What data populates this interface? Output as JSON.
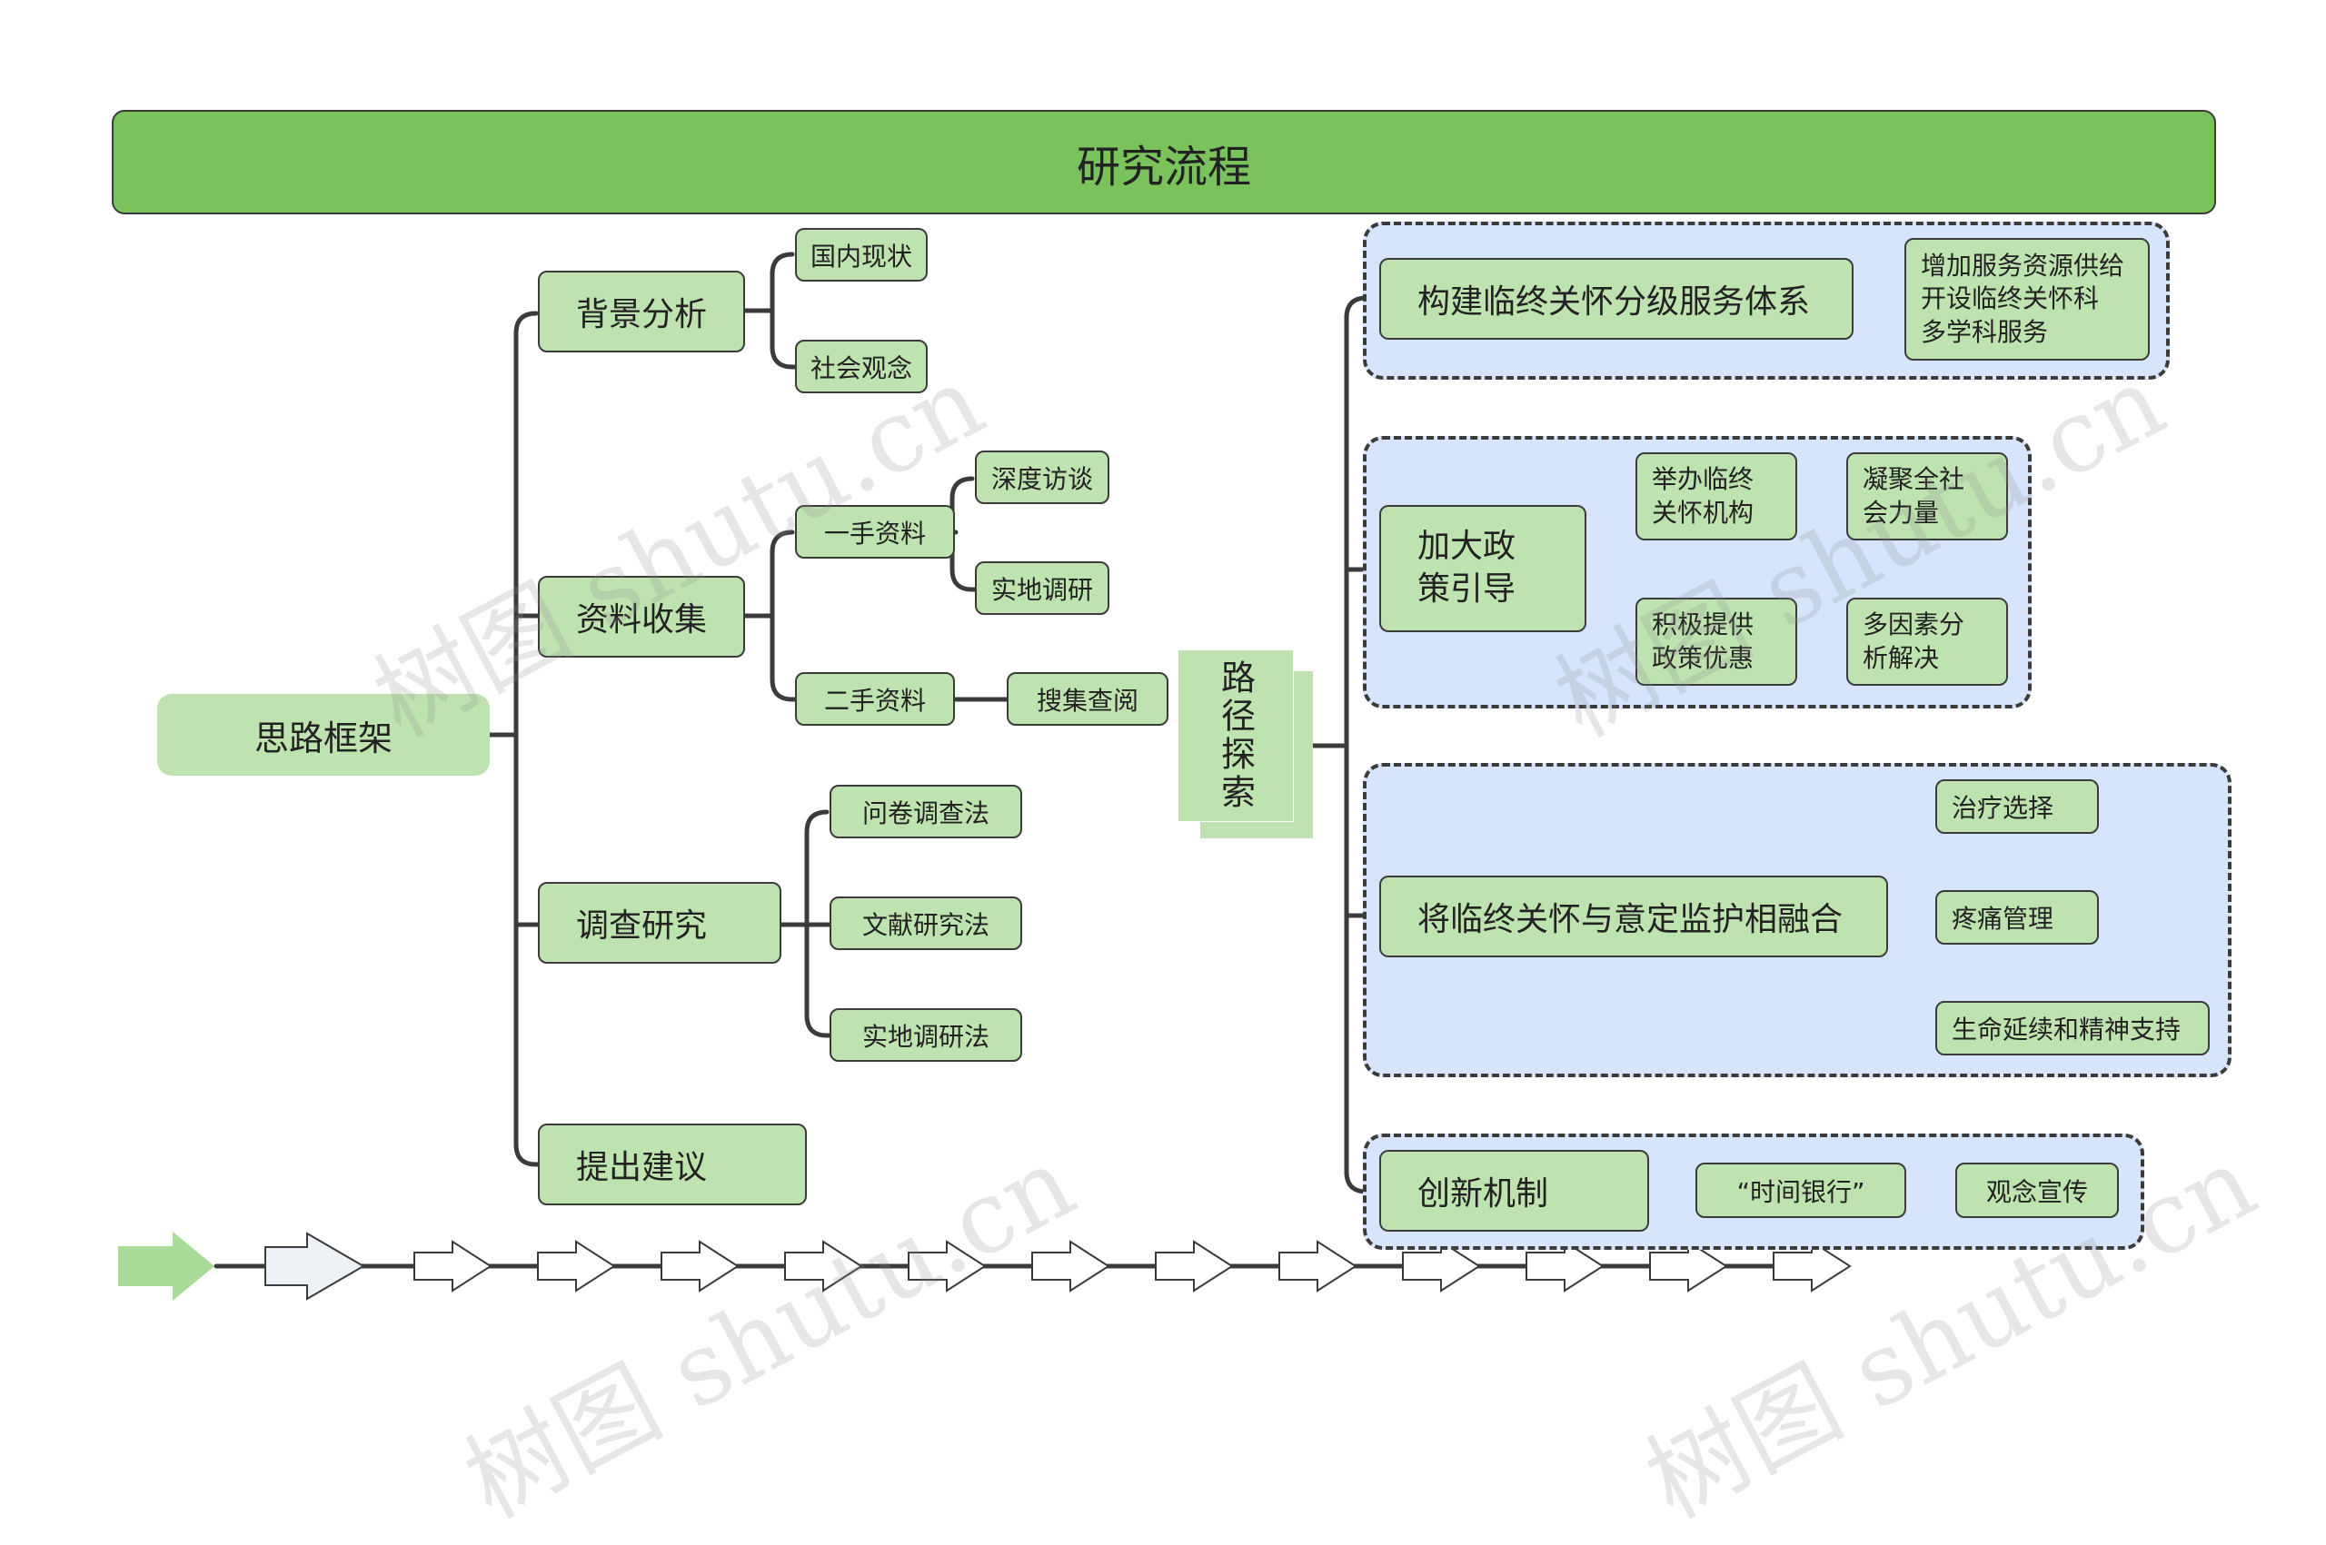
{
  "title": "研究流程",
  "root": "思路框架",
  "path_label": "路径探索",
  "branches": {
    "background": {
      "label": "背景分析",
      "children": [
        "国内现状",
        "社会观念"
      ]
    },
    "collection": {
      "label": "资料收集",
      "primary": {
        "label": "一手资料",
        "children": [
          "深度访谈",
          "实地调研"
        ]
      },
      "secondary": {
        "label": "二手资料",
        "children": [
          "搜集查阅"
        ]
      }
    },
    "survey": {
      "label": "调查研究",
      "children": [
        "问卷调查法",
        "文献研究法",
        "实地调研法"
      ]
    },
    "suggest": {
      "label": "提出建议"
    }
  },
  "paths": {
    "p1": {
      "label": "构建临终关怀分级服务体系",
      "detail": [
        "增加服务资源供给",
        "开设临终关怀科",
        "多学科服务"
      ]
    },
    "p2": {
      "label": [
        "加大政",
        "策引导"
      ],
      "a": {
        "label": [
          "举办临终",
          "关怀机构"
        ],
        "child": [
          "凝聚全社",
          "会力量"
        ]
      },
      "b": {
        "label": [
          "积极提供",
          "政策优惠"
        ],
        "child": [
          "多因素分",
          "析解决"
        ]
      }
    },
    "p3": {
      "label": "将临终关怀与意定监护相融合",
      "children": [
        "治疗选择",
        "疼痛管理",
        "生命延续和精神支持"
      ]
    },
    "p4": {
      "label": "创新机制",
      "children": [
        "“时间银行”",
        "观念宣传"
      ]
    }
  },
  "watermarks": [
    "树图 shutu.cn",
    "树图 shutu.cn",
    "树图 shutu.cn",
    "树图 shutu.cn"
  ],
  "colors": {
    "title_bar": "#7ac35c",
    "node": "#bfe3b0",
    "region": "#d6e4fc",
    "line": "#3b3b3b"
  }
}
